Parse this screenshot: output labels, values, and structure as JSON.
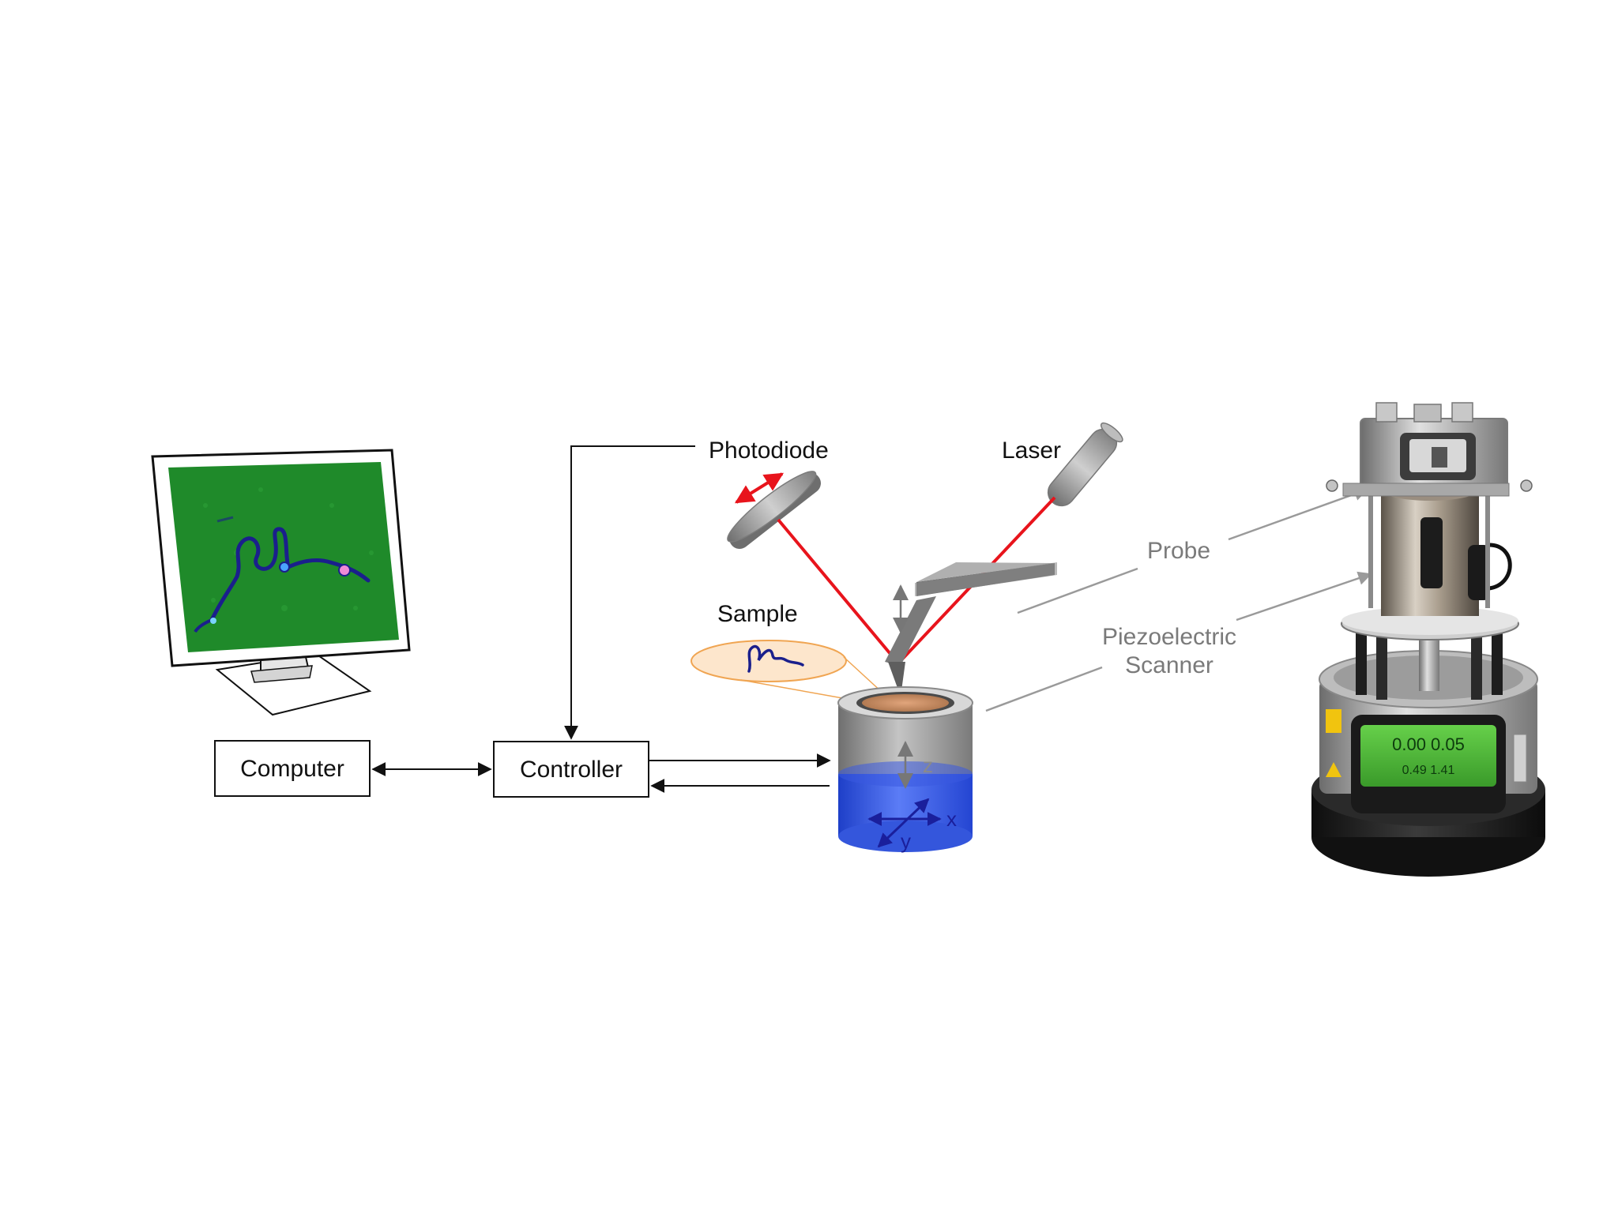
{
  "labels": {
    "photodiode": "Photodiode",
    "laser": "Laser",
    "sample": "Sample",
    "probe": "Probe",
    "piezo_line1": "Piezoelectric",
    "piezo_line2": "Scanner",
    "computer": "Computer",
    "controller": "Controller",
    "axis_z": "z",
    "axis_x": "x",
    "axis_y": "y"
  },
  "instrument_display": {
    "line1": "0.00  0.05",
    "line2": "0.49  1.41"
  },
  "colors": {
    "laser_beam": "#e8141c",
    "screen_bg": "#1f8a2a",
    "molecule": "#1a1f8c",
    "scanner_xy": "#2f55e6",
    "scanner_z": "#8f8f8f",
    "sample_ellipse": "#f0a552",
    "pointer_line": "#9a9a9a"
  },
  "icons": {
    "monitor": "monitor-icon",
    "photodiode": "photodiode-icon",
    "laser": "laser-icon",
    "cantilever": "cantilever-icon",
    "scanner": "piezo-scanner-icon",
    "instrument": "afm-instrument-photo"
  }
}
